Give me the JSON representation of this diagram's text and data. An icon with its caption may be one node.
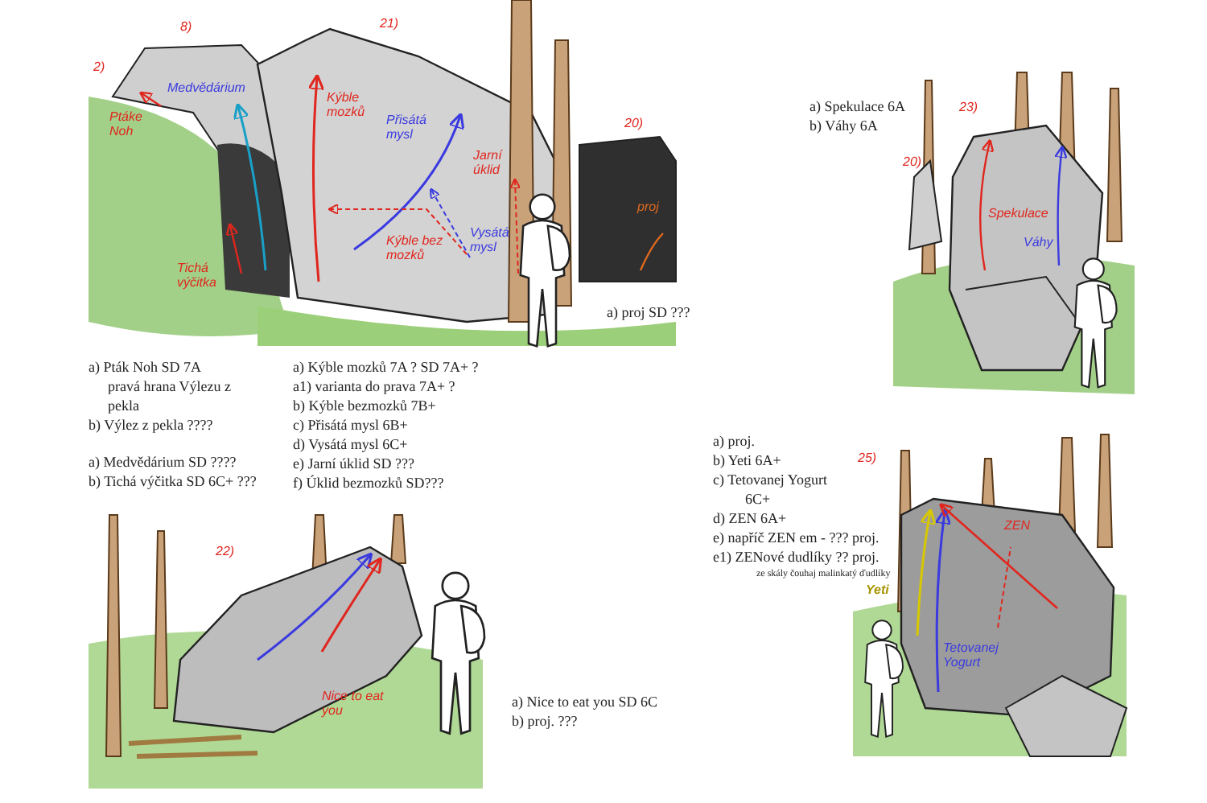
{
  "diagram": {
    "labels": [
      "8)",
      "21)",
      "2)",
      "Medvědárium",
      "Ptáke Noh",
      "Kýble mozků",
      "Přisátá mysl",
      "20)",
      "Jarní úklid",
      "proj",
      "Kýble bez mozků",
      "Vysátá mysl",
      "Tichá výčitka",
      "a) proj SD ???",
      "a) Pták Noh SD 7A",
      "pravá hrana Výlezu z pekla",
      "b) Výlez z pekla ????",
      "a) Medvědárium SD ????",
      "b) Tichá výčitka SD 6C+ ???",
      "a) Kýble mozků 7A ? SD 7A+ ?",
      "a1) varianta do prava 7A+ ?",
      "b) Kýble bezmozků 7B+",
      "c) Přisátá mysl 6B+",
      "d) Vysátá mysl 6C+",
      "e) Jarní úklid SD ???",
      "f) Úklid bezmozků SD???",
      "a) Spekulace 6A",
      "b) Váhy 6A",
      "23)",
      "20)",
      "Spekulace",
      "Váhy",
      "a) proj.",
      "b) Yeti 6A+",
      "c) Tetovanej Yogurt 6C+",
      "d) ZEN 6A+",
      "e) napříč ZEN em - ??? proj.",
      "e1) ZENové dudlíky ?? proj.",
      "ze skály čouhaj malinkatý ďudlíky",
      "25)",
      "ZEN",
      "Yeti",
      "Tetovanej Yogurt",
      "22)",
      "Nice to eat you",
      "a) Nice to eat you SD 6C",
      "b) proj. ???"
    ]
  }
}
